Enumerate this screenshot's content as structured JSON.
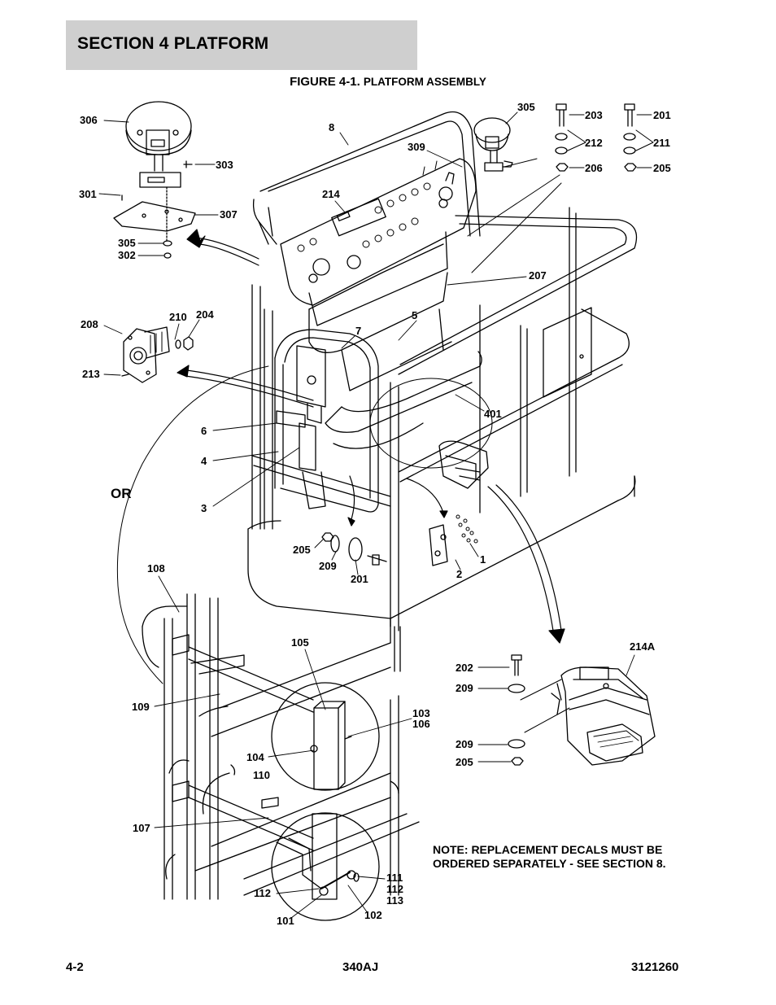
{
  "header": {
    "section_title": "SECTION 4   PLATFORM"
  },
  "figure": {
    "title_main": "FIGURE 4-1. ",
    "title_sub": "PLATFORM ASSEMBLY"
  },
  "callouts": {
    "c306": "306",
    "c8": "8",
    "c309": "309",
    "c305a": "305",
    "c203": "203",
    "c201a": "201",
    "c212": "212",
    "c211": "211",
    "c206": "206",
    "c205a": "205",
    "c303": "303",
    "c301": "301",
    "c307": "307",
    "c214": "214",
    "c305b": "305",
    "c302": "302",
    "c207": "207",
    "c210": "210",
    "c204": "204",
    "c208": "208",
    "c7": "7",
    "c5": "5",
    "c213": "213",
    "c401": "401",
    "c6": "6",
    "c4": "4",
    "cOR": "OR",
    "c3": "3",
    "c205b": "205",
    "c209a": "209",
    "c201b": "201",
    "c1": "1",
    "c2": "2",
    "c108": "108",
    "c214A": "214A",
    "c105": "105",
    "c202": "202",
    "c209b": "209",
    "c109": "109",
    "c103": "103",
    "c106": "106",
    "c104": "104",
    "c209c": "209",
    "c205c": "205",
    "c110": "110",
    "c107": "107",
    "c111": "111",
    "c112a": "112",
    "c113": "113",
    "c112b": "112",
    "c102": "102",
    "c101": "101"
  },
  "note": {
    "line1": "NOTE: REPLACEMENT DECALS MUST BE",
    "line2": "ORDERED SEPARATELY - SEE SECTION 8."
  },
  "footer": {
    "page": "4-2",
    "model": "340AJ",
    "doc_number": "3121260"
  }
}
